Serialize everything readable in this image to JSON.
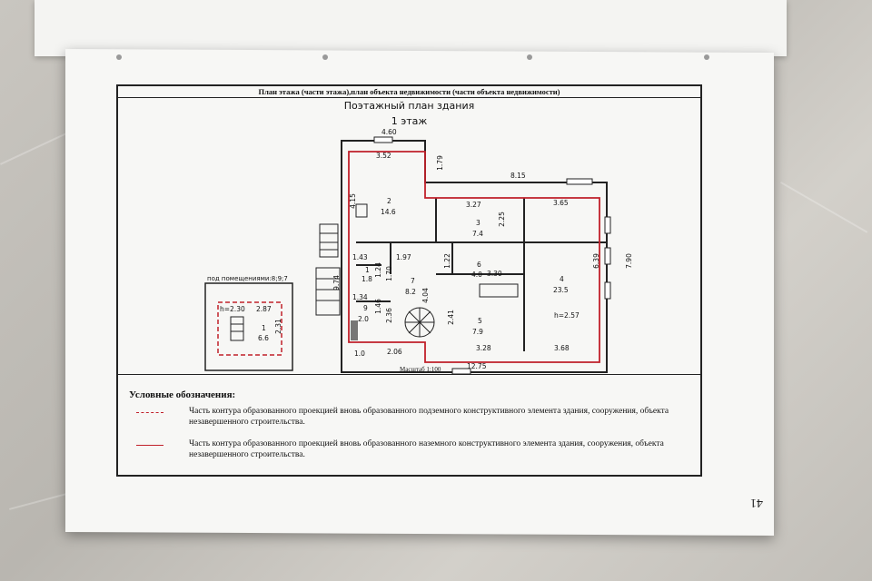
{
  "document": {
    "header": "План этажа (части этажа),план объекта недвижимости (части объекта недвижимости)",
    "plan_title": "Поэтажный план здания",
    "floor_title": "1 этаж",
    "scale": "Масштаб 1:100",
    "page_number": "41"
  },
  "dimensions": {
    "d_460": "4.60",
    "d_352": "3.52",
    "d_179": "1.79",
    "d_815": "8.15",
    "d_415": "4.15",
    "d_327": "3.27",
    "d_365": "3.65",
    "d_225": "2.25",
    "d_143": "1.43",
    "d_197": "1.97",
    "d_124": "1.24",
    "d_170": "1.70",
    "d_122": "1.22",
    "d_330": "3.30",
    "d_639": "6.39",
    "d_790": "7.90",
    "d_974": "9.74",
    "d_134": "1.34",
    "d_146": "1.46",
    "d_236": "2.36",
    "d_404": "4.04",
    "d_241": "2.41",
    "d_328": "3.28",
    "d_368": "3.68",
    "d_206": "2.06",
    "d_10": "1.0",
    "d_1275": "12.75",
    "h_257": "h=2.57"
  },
  "rooms": [
    {
      "num": "2",
      "area": "14.6"
    },
    {
      "num": "3",
      "area": "7.4"
    },
    {
      "num": "1",
      "area": "1.8"
    },
    {
      "num": "6",
      "area": "4.0"
    },
    {
      "num": "7",
      "area": "8.2"
    },
    {
      "num": "4",
      "area": "23.5"
    },
    {
      "num": "9",
      "area": "2.0"
    },
    {
      "num": "5",
      "area": "7.9"
    }
  ],
  "basement": {
    "caption": "под помещениями:8;9;7",
    "height": "h=2.30",
    "dim_287": "2.87",
    "dim_231": "2.31",
    "room_num": "1",
    "room_area": "6.6"
  },
  "legend": {
    "heading": "Условные обозначения:",
    "items": [
      {
        "text": "Часть контура образованного проекцией вновь образованного подземного конструктивного элемента здания, сооружения, объекта незавершенного строительства.",
        "style": "dashed"
      },
      {
        "text": "Часть контура образованного проекцией вновь образованного наземного конструктивного элемента здания, сооружения, объекта незавершенного строительства.",
        "style": "solid"
      }
    ],
    "line_color": "#c0202a"
  }
}
